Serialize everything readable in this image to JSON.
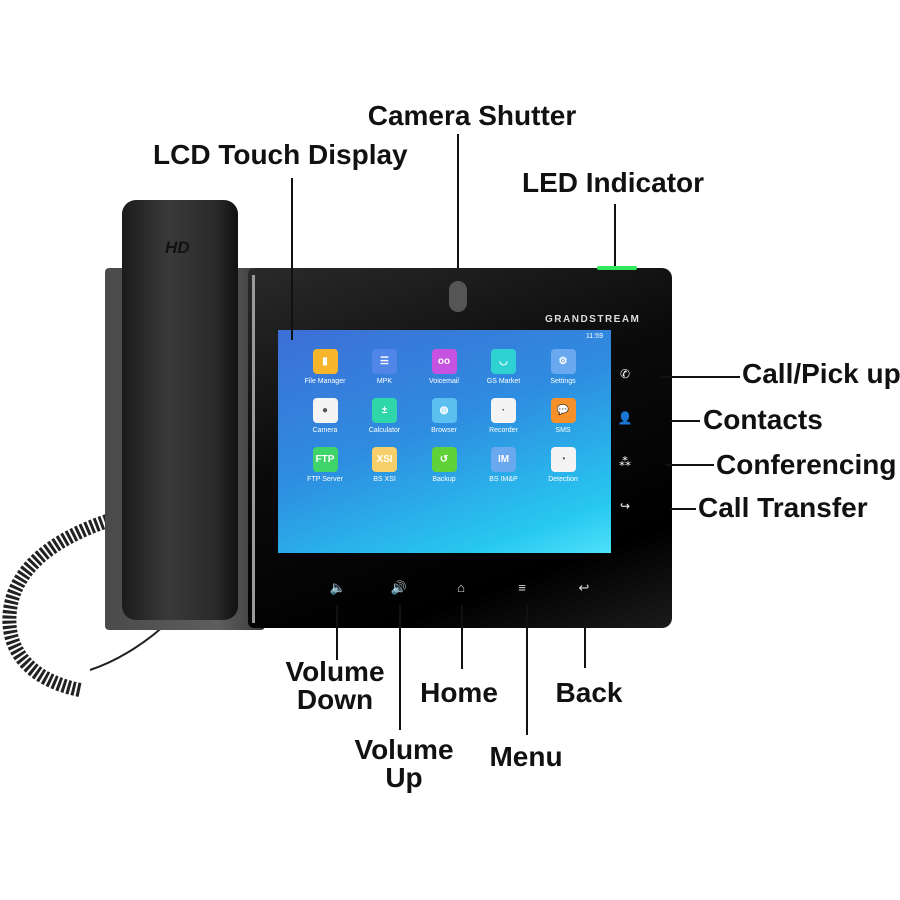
{
  "labels": {
    "camera_shutter": "Camera Shutter",
    "lcd_touch_display": "LCD Touch Display",
    "led_indicator": "LED Indicator",
    "call_pick_up": "Call/Pick up",
    "contacts": "Contacts",
    "conferencing": "Conferencing",
    "call_transfer": "Call Transfer",
    "volume_down": [
      "Volume",
      "Down"
    ],
    "volume_up": [
      "Volume",
      "Up"
    ],
    "home": "Home",
    "menu": "Menu",
    "back": "Back"
  },
  "device": {
    "handset_badge": "HD",
    "brand": "GRANDSTREAM",
    "led_color": "#2eea5a",
    "status_time": "11:59"
  },
  "apps": [
    {
      "label": "File Manager",
      "color": "#f7b52a",
      "glyph": "▮"
    },
    {
      "label": "MPK",
      "color": "#4f86e8",
      "glyph": "☰"
    },
    {
      "label": "Voicemail",
      "color": "#c552e0",
      "glyph": "oo"
    },
    {
      "label": "GS Market",
      "color": "#2fd2d2",
      "glyph": "◡"
    },
    {
      "label": "Settings",
      "color": "#6aa8f0",
      "glyph": "⚙"
    },
    {
      "label": "Camera",
      "color": "#f4f4f4",
      "glyph": "●"
    },
    {
      "label": "Calculator",
      "color": "#2fd6a9",
      "glyph": "±"
    },
    {
      "label": "Browser",
      "color": "#5bc0f0",
      "glyph": "◍"
    },
    {
      "label": "Recorder",
      "color": "#f4f4f4",
      "glyph": "·"
    },
    {
      "label": "SMS",
      "color": "#f5902a",
      "glyph": "💬"
    },
    {
      "label": "FTP Server",
      "color": "#3ed46a",
      "glyph": "FTP"
    },
    {
      "label": "BS XSI",
      "color": "#f6cf6a",
      "glyph": "XSI"
    },
    {
      "label": "Backup",
      "color": "#5fd23a",
      "glyph": "↺"
    },
    {
      "label": "BS IM&P",
      "color": "#6aa8f0",
      "glyph": "IM"
    },
    {
      "label": "Detection",
      "color": "#f4f4f4",
      "glyph": "◔"
    }
  ],
  "side_keys": [
    {
      "icon": "phone-icon",
      "glyph": "✆"
    },
    {
      "icon": "contact-icon",
      "glyph": "👤"
    },
    {
      "icon": "conference-icon",
      "glyph": "⁂"
    },
    {
      "icon": "transfer-icon",
      "glyph": "↪"
    }
  ],
  "bottom_keys": [
    {
      "icon": "volume-down-icon",
      "glyph": "🔈"
    },
    {
      "icon": "volume-up-icon",
      "glyph": "🔊"
    },
    {
      "icon": "home-icon",
      "glyph": "⌂"
    },
    {
      "icon": "menu-icon",
      "glyph": "≡"
    },
    {
      "icon": "back-icon",
      "glyph": "↩"
    }
  ]
}
